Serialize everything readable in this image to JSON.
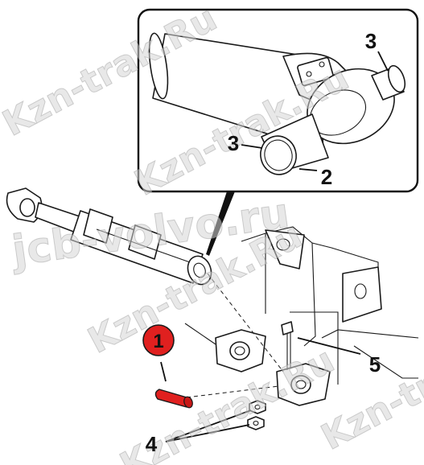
{
  "callouts": {
    "part_1": "1",
    "part_2": "2",
    "part_3_top": "3",
    "part_3_left": "3",
    "part_4": "4",
    "part_5": "5"
  },
  "watermarks": {
    "kzn_trak": "Kzn-trak.Ru",
    "jcb_volvo": "jcb-volvo.ru"
  },
  "colors": {
    "highlight_fill": "#e0201f",
    "line": "#1a1a1a",
    "watermark": "#9a9a9a"
  }
}
